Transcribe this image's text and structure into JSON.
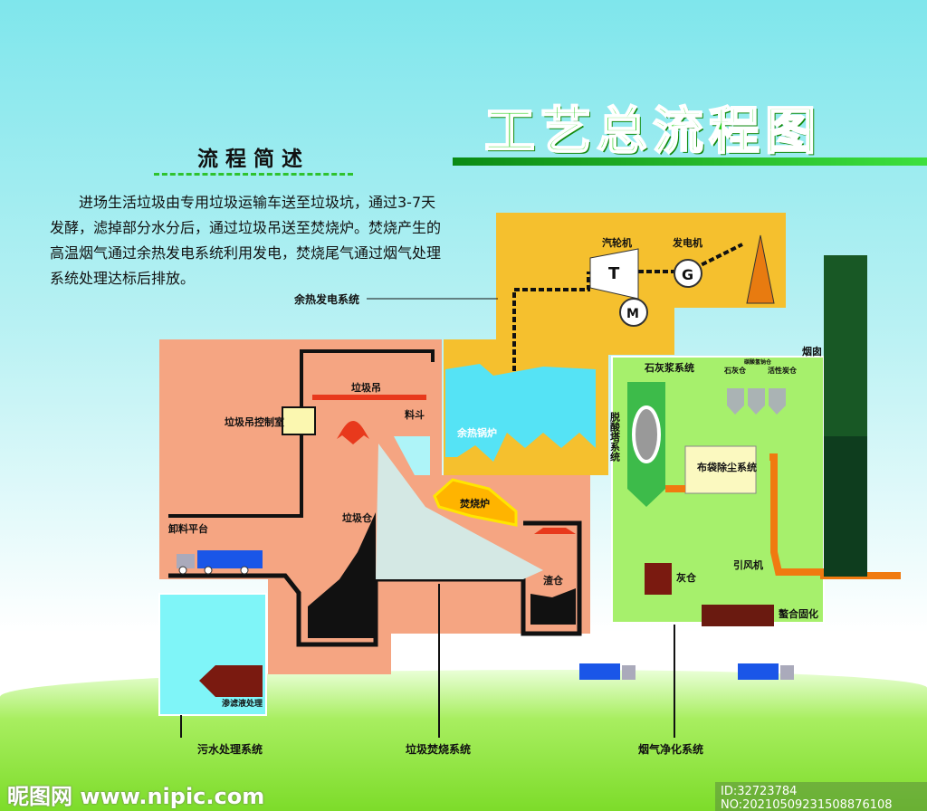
{
  "title": "工艺总流程图",
  "summary": {
    "heading": "流程简述",
    "lines": [
      "　　进场生活垃圾由专用垃圾运输车送至垃圾坑，通过3-7天",
      "发酵，滤掉部分水分后，通过垃圾吊送至焚烧炉。焚烧产生的",
      "高温烟气通过余热发电系统利用发电，焚烧尾气通过烟气处理",
      "系统处理达标后排放。"
    ]
  },
  "labels": {
    "waste_heat": "余热发电系统",
    "turbine": "汽轮机",
    "generator": "发电机",
    "T": "T",
    "G": "G",
    "M": "M",
    "boiler": "余热锅炉",
    "crane": "垃圾吊",
    "crane_room": "垃圾吊控制室",
    "hopper": "料斗",
    "unload": "卸料平台",
    "pit": "垃圾仓",
    "furnace": "焚烧炉",
    "slag": "渣仓",
    "leachate": "渗滤液处理",
    "lime_slurry": "石灰浆系统",
    "lime_silo": "石灰仓",
    "soda_silo": "碳酸氢钠仓",
    "carbon_silo": "活性炭仓",
    "chimney": "烟囱",
    "desulf": "脱酸塔系统",
    "bag": "布袋除尘系统",
    "fan": "引风机",
    "ash": "灰仓",
    "chelate": "螯合固化"
  },
  "systems": {
    "sewage": "污水处理系统",
    "incineration": "垃圾焚烧系统",
    "flue_gas": "烟气净化系统"
  },
  "watermark": {
    "logo": "昵图网 www.nipic.com",
    "id": "ID:32723784 NO:20210509231508876108"
  },
  "colors": {
    "orange": "#f5c02e",
    "salmon": "#f5a582",
    "green": "#a6f06c",
    "boiler": "#55e3f5",
    "chimney": "#0e3d1e"
  }
}
